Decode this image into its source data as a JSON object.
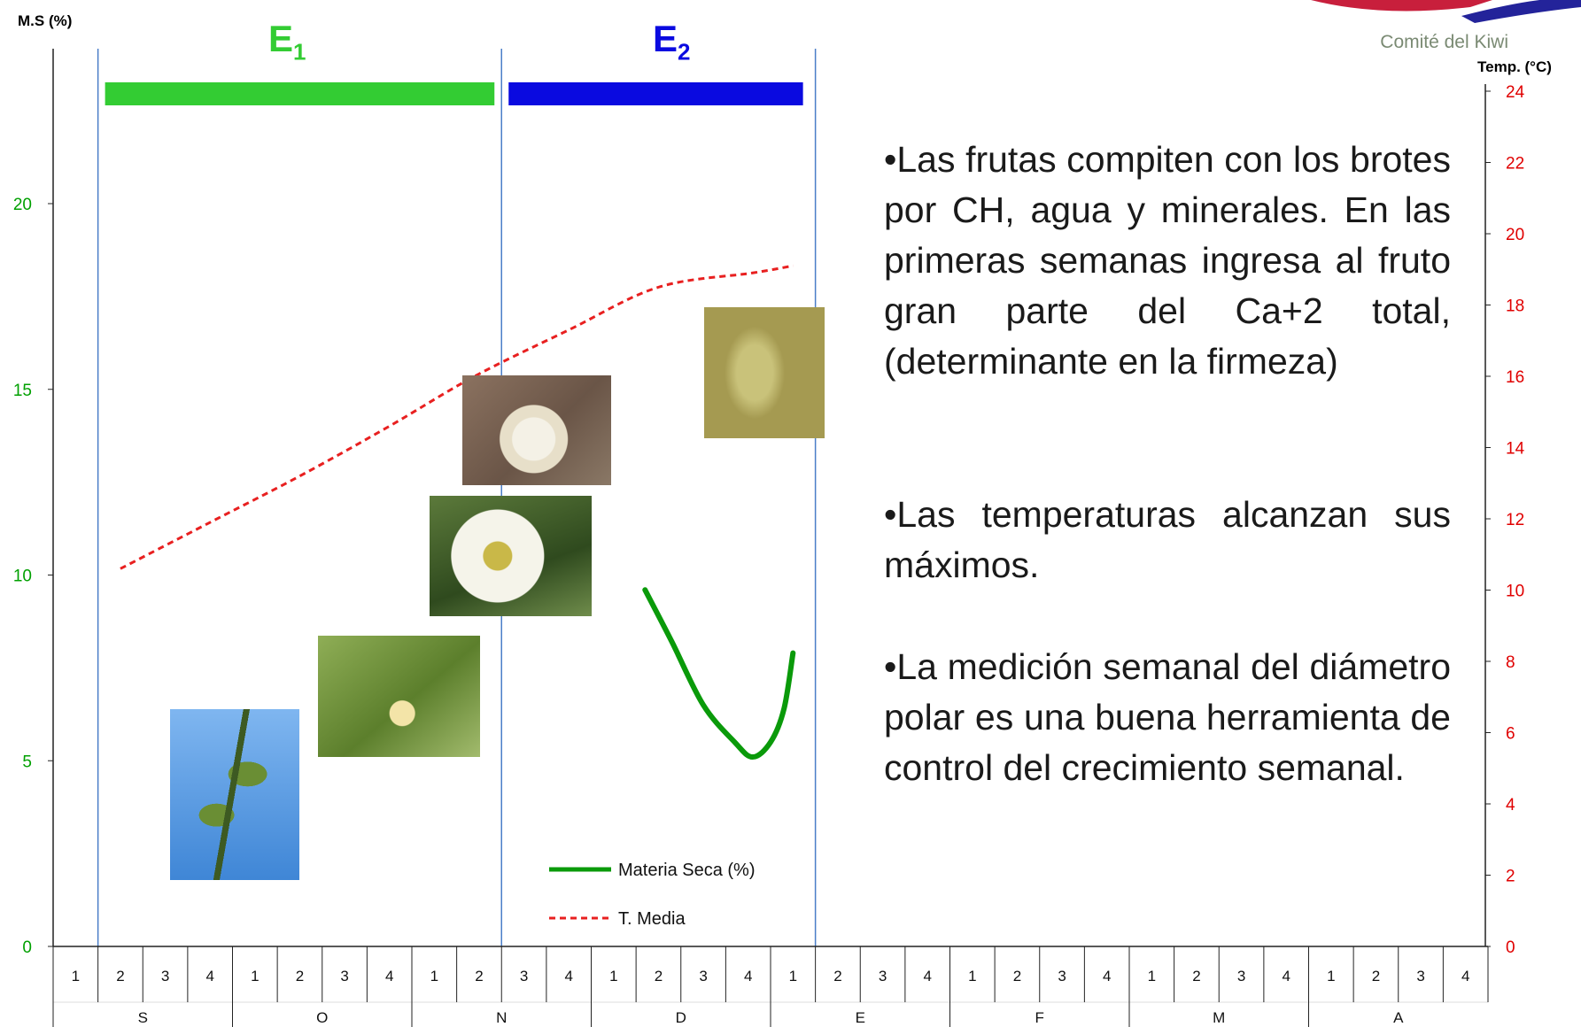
{
  "chart_data": {
    "type": "line",
    "title": "",
    "ylabel": "M.S (%)",
    "y2label": "Temp. (°C)",
    "ylim": [
      0,
      25
    ],
    "y2lim": [
      0,
      24
    ],
    "yticks": [
      0,
      5,
      10,
      15,
      20
    ],
    "y2ticks": [
      0,
      2,
      4,
      6,
      8,
      10,
      12,
      14,
      16,
      18,
      20,
      22,
      24
    ],
    "colors": {
      "left_axis": "#00a000",
      "right_axis": "#e00000",
      "materia_seca": "#0a9a0a",
      "t_media": "#e82020",
      "e1": "#33cc33",
      "e2": "#0a0ae0",
      "divider": "#4a7ec8"
    },
    "weeks": [
      "1",
      "2",
      "3",
      "4",
      "1",
      "2",
      "3",
      "4",
      "1",
      "2",
      "3",
      "4",
      "1",
      "2",
      "3",
      "4",
      "1",
      "2",
      "3",
      "4",
      "1",
      "2",
      "3",
      "4",
      "1",
      "2",
      "3",
      "4",
      "1",
      "2",
      "3",
      "4"
    ],
    "months": [
      "S",
      "O",
      "N",
      "D",
      "E",
      "F",
      "M",
      "A"
    ],
    "stages": [
      {
        "label": "E",
        "sub": "1",
        "from_week": 2,
        "to_week": 10
      },
      {
        "label": "E",
        "sub": "2",
        "from_week": 11,
        "to_week": 17
      }
    ],
    "series": [
      {
        "name": "Materia Seca (%)",
        "axis": "left",
        "x": [
          13.7,
          14.3,
          15.0,
          15.7,
          16.1,
          16.5,
          16.8,
          17.0
        ],
        "y": [
          9.6,
          8.2,
          6.5,
          5.5,
          5.1,
          5.5,
          6.4,
          7.9
        ]
      },
      {
        "name": "T. Media",
        "axis": "right",
        "x": [
          2.0,
          4.0,
          6.0,
          8.0,
          9.9,
          12.0,
          14.0,
          16.1,
          17.0
        ],
        "y": [
          10.6,
          11.9,
          13.2,
          14.6,
          16.0,
          17.3,
          18.5,
          18.9,
          19.1
        ]
      }
    ],
    "legend_position": "bottom-center",
    "grid": false
  },
  "labels": {
    "left_axis_title": "M.S (%)",
    "right_axis_title": "Temp. (°C)",
    "logo_caption": "Comité del Kiwi"
  },
  "text_blocks": [
    "•Las frutas compiten con los brotes por CH, agua y minerales. En las primeras semanas ingresa al fruto gran parte del Ca+2 total, (determinante en la firmeza)",
    "•Las temperaturas alcanzan sus máximos.",
    "•La medición semanal del diámetro polar es una buena herramienta de control del crecimiento semanal."
  ]
}
